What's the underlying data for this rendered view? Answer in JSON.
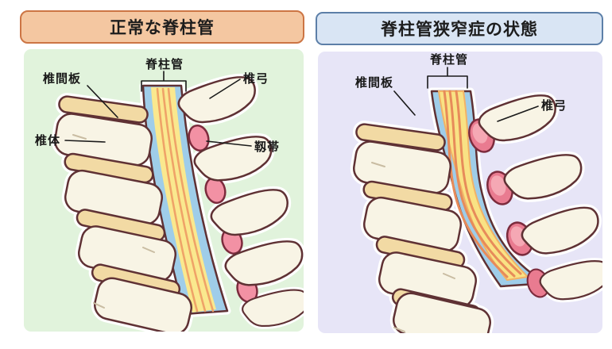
{
  "left_panel": {
    "title": "正常な脊柱管",
    "labels": {
      "intervertebral_disc": "椎間板",
      "spinal_canal": "脊柱管",
      "vertebral_arch": "椎弓",
      "vertebral_body": "椎体",
      "ligament": "靱帯"
    }
  },
  "right_panel": {
    "title": "脊柱管狭窄症の状態",
    "labels": {
      "spinal_canal": "脊柱管",
      "intervertebral_disc": "椎間板",
      "vertebral_arch": "椎弓"
    }
  },
  "colors": {
    "left_header_bg": "#F4C7A1",
    "left_header_border": "#CC7544",
    "left_panel_bg": "#E1F3DC",
    "right_header_bg": "#D9E5F4",
    "right_header_border": "#5C7FA8",
    "right_panel_bg": "#E7E5F7",
    "bone_fill": "#F8F4E5",
    "bone_outline": "#5F3134",
    "disc_fill": "#F2DAA4",
    "canal_blue": "#9FCDE9",
    "nerve_yellow": "#FAE88E",
    "nerve_stripe_orange": "#EFA368",
    "ligament_pink": "#F291A4",
    "ligament_pink_swollen": "#E97B90",
    "label_text": "#1A1A1A"
  }
}
